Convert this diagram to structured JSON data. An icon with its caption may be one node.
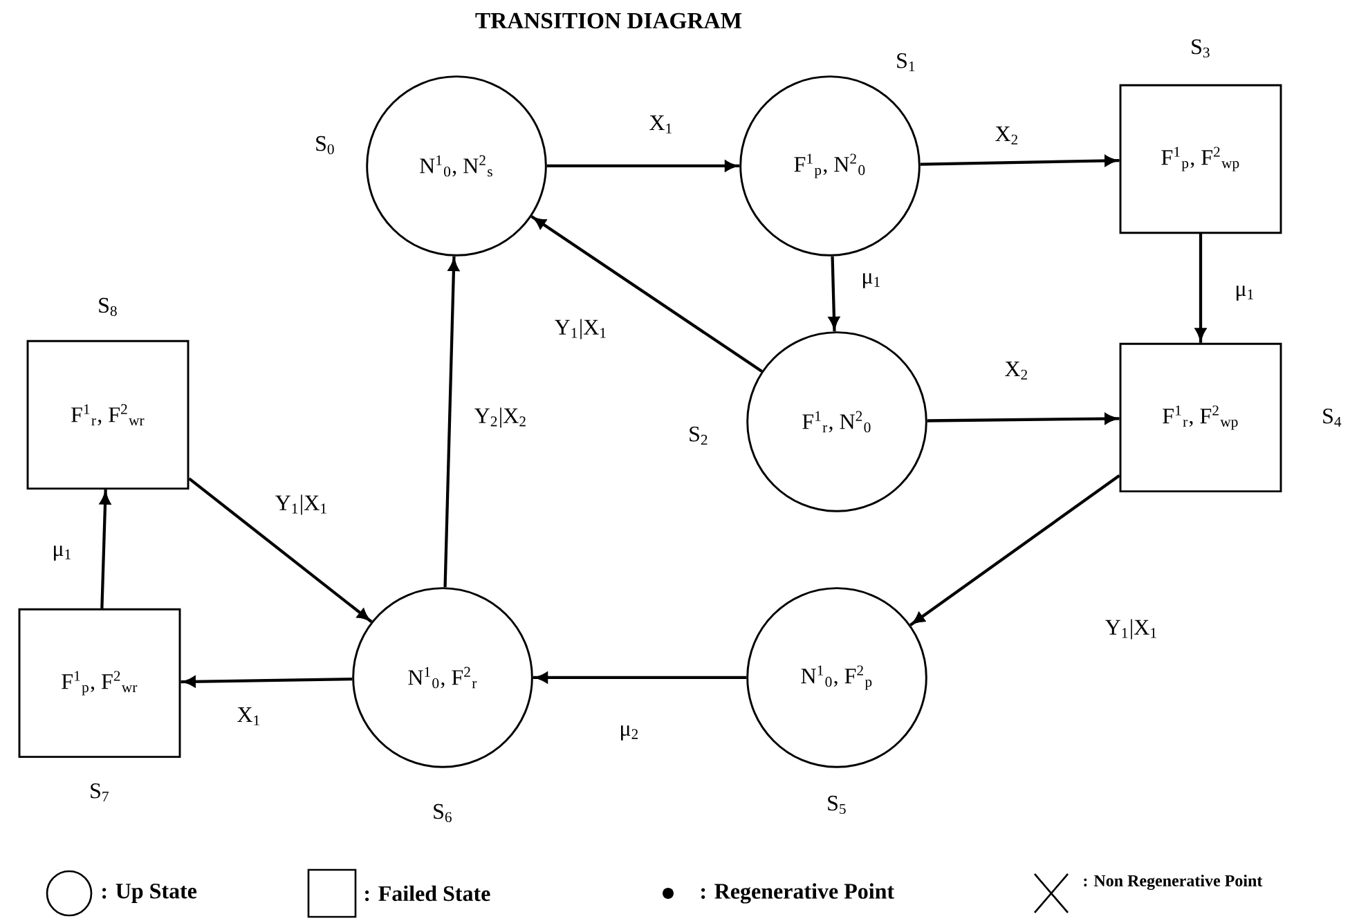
{
  "diagram": {
    "title": "TRANSITION DIAGRAM",
    "nodes": [
      {
        "text": [
          "N$^{1}$$_{0}$, N$^{2}$$_{s}$"
        ],
        "beside": [
          "S$_{0}$"
        ]
      },
      {
        "text": [
          "F$^{1}$$_{p}$, N$^{2}$$_{0}$"
        ],
        "beside": [
          "S$_{1}$"
        ]
      },
      {
        "text": [
          "F$^{1}$$_{p}$, F$^{2}$$_{wp}$"
        ],
        "beside": [
          "S$_{3}$"
        ]
      },
      {
        "text": [
          "F$^{1}$$_{r}$, N$^{2}$$_{0}$"
        ],
        "beside": [
          "S$_{2}$"
        ]
      },
      {
        "text": [
          "F$^{1}$$_{r}$, F$^{2}$$_{wp}$"
        ],
        "beside": [
          "S$_{4}$"
        ]
      },
      {
        "text": [
          "F$^{1}$$_{r}$, F$^{2}$$_{wr}$"
        ],
        "beside": [
          "S$_{8}$"
        ]
      },
      {
        "text": [
          "N$^{1}$$_{0}$, F$^{2}$$_{r}$"
        ],
        "beside": [
          "S$_{6}$"
        ]
      },
      {
        "text": [
          "N$^{1}$$_{0}$, F$^{2}$$_{p}$"
        ],
        "beside": [
          "S$_{5}$"
        ]
      },
      {
        "text": [
          "F$^{1}$$_{p}$, F$^{2}$$_{wr}$"
        ],
        "beside": [
          "S$_{7}$"
        ]
      }
    ],
    "edges": [
      {
        "from": 0,
        "to": 1,
        "arrow": "to",
        "label": "X$_{1}$"
      },
      {
        "from": 1,
        "to": 2,
        "arrow": "to",
        "label": "X$_{2}$"
      },
      {
        "from": 1,
        "to": 3,
        "arrow": "to",
        "label": "μ$_{1}$"
      },
      {
        "from": 2,
        "to": 4,
        "arrow": "to",
        "label": "μ$_{1}$"
      },
      {
        "from": 3,
        "to": 0,
        "arrow": "to",
        "label": "Y$_{1}$|X$_{1}$"
      },
      {
        "from": 3,
        "to": 4,
        "arrow": "to",
        "label": "X$_{2}$"
      },
      {
        "from": 4,
        "to": 7,
        "arrow": "to",
        "label": "Y$_{1}$|X$_{1}$"
      },
      {
        "from": 7,
        "to": 6,
        "arrow": "to",
        "label": "μ$_{2}$"
      },
      {
        "from": 6,
        "to": 0,
        "arrow": "to",
        "label": "Y$_{2}$|X$_{2}$"
      },
      {
        "from": 6,
        "to": 8,
        "arrow": "to",
        "label": "X$_{1}$"
      },
      {
        "from": 8,
        "to": 5,
        "arrow": "to",
        "label": "μ$_{1}$"
      },
      {
        "from": 5,
        "to": 6,
        "arrow": "to",
        "label": "Y$_{1}$|X$_{1}$"
      }
    ],
    "legend": [
      {
        "text": ": Up State"
      },
      {
        "text": ": Failed State"
      },
      {
        "text": ": Regenerative Point"
      },
      {
        "text": ": Non Regenerative Point"
      }
    ]
  }
}
